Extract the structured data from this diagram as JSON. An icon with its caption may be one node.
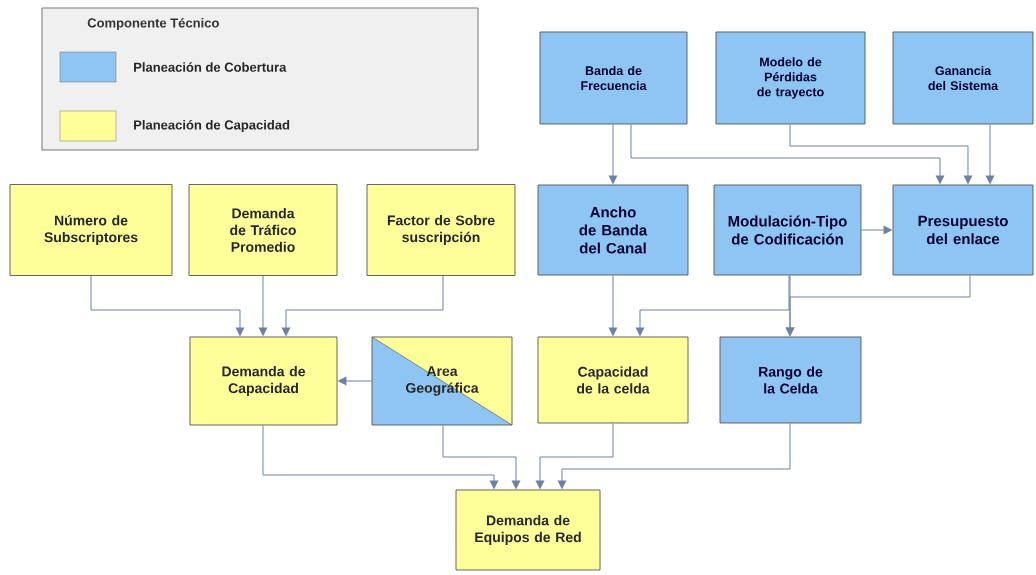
{
  "diagram": {
    "nodes": [
      {
        "text": [
          "Banda de Frecuencia"
        ]
      },
      {
        "text": [
          "Modelo de Pérdidas de trayecto"
        ]
      },
      {
        "text": [
          "Ganancia del Sistema"
        ]
      },
      {
        "text": [
          "Número de Subscriptores"
        ]
      },
      {
        "text": [
          "Demanda de Tráfico Promedio"
        ]
      },
      {
        "text": [
          "Factor de Sobre suscripción"
        ]
      },
      {
        "text": [
          "Ancho de Banda del Canal"
        ]
      },
      {
        "text": [
          "Modulación-Tipo de Codificación"
        ]
      },
      {
        "text": [
          "Presupuesto del enlace"
        ]
      },
      {
        "text": [
          "Demanda de Capacidad"
        ]
      },
      {
        "text": [
          "Area Geográfica"
        ]
      },
      {
        "text": [
          "Capacidad de la celda"
        ]
      },
      {
        "text": [
          "Rango de la Celda"
        ]
      },
      {
        "text": [
          "Demanda de Equipos de Red"
        ]
      }
    ],
    "edges": [
      {
        "from": 0,
        "to": 6,
        "arrow": "to"
      },
      {
        "from": 0,
        "to": 8,
        "arrow": "to"
      },
      {
        "from": 1,
        "to": 8,
        "arrow": "to"
      },
      {
        "from": 2,
        "to": 8,
        "arrow": "to"
      },
      {
        "from": 7,
        "to": 8,
        "arrow": "to"
      },
      {
        "from": 3,
        "to": 9,
        "arrow": "to"
      },
      {
        "from": 4,
        "to": 9,
        "arrow": "to"
      },
      {
        "from": 5,
        "to": 9,
        "arrow": "to"
      },
      {
        "from": 10,
        "to": 9,
        "arrow": "to"
      },
      {
        "from": 6,
        "to": 11,
        "arrow": "to"
      },
      {
        "from": 7,
        "to": 11,
        "arrow": "to"
      },
      {
        "from": 7,
        "to": 12,
        "arrow": "to"
      },
      {
        "from": 8,
        "to": 12,
        "arrow": "to"
      },
      {
        "from": 9,
        "to": 13,
        "arrow": "to"
      },
      {
        "from": 10,
        "to": 13,
        "arrow": "to"
      },
      {
        "from": 11,
        "to": 13,
        "arrow": "to"
      },
      {
        "from": 12,
        "to": 13,
        "arrow": "to"
      }
    ],
    "labels": [
      "Componente Técnico"
    ],
    "legend": [
      {
        "text": "Planeación de Cobertura",
        "color": "#8ec5f2"
      },
      {
        "text": "Planeación de Capacidad",
        "color": "#ffff99"
      }
    ]
  }
}
